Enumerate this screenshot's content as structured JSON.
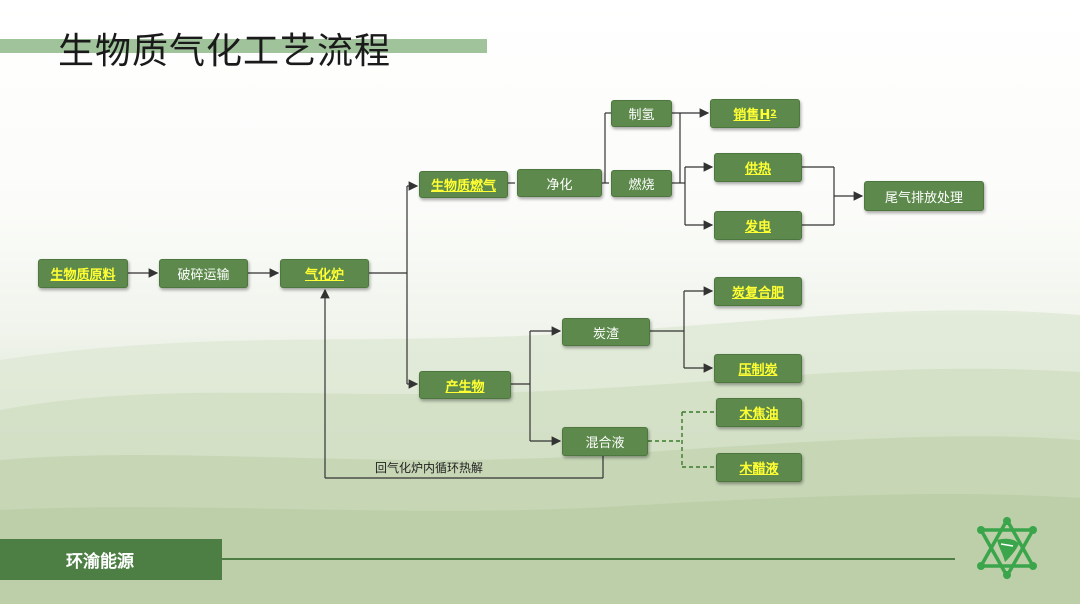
{
  "title": "生物质气化工艺流程",
  "nodes": {
    "raw_material": "生物质原料",
    "crush_transport": "破碎运输",
    "gasifier": "气化炉",
    "biomass_gas": "生物质燃气",
    "purify": "净化",
    "hydrogen": "制氢",
    "combustion": "燃烧",
    "sell_h": "销售H",
    "sell_h_sub": "2",
    "heat_supply": "供热",
    "power_gen": "发电",
    "exhaust": "尾气排放处理",
    "byproduct": "产生物",
    "char_residue": "炭渣",
    "char_fertilizer": "炭复合肥",
    "pressed_char": "压制炭",
    "mixed_liquid": "混合液",
    "wood_tar": "木焦油",
    "wood_vinegar": "木醋液"
  },
  "loop_label": "回气化炉内循环热解",
  "footer": {
    "brand": "环渝能源"
  },
  "colors": {
    "node_fill": "#5d8a4c",
    "highlight_text": "#ffff33",
    "accent": "#4d7f45"
  }
}
